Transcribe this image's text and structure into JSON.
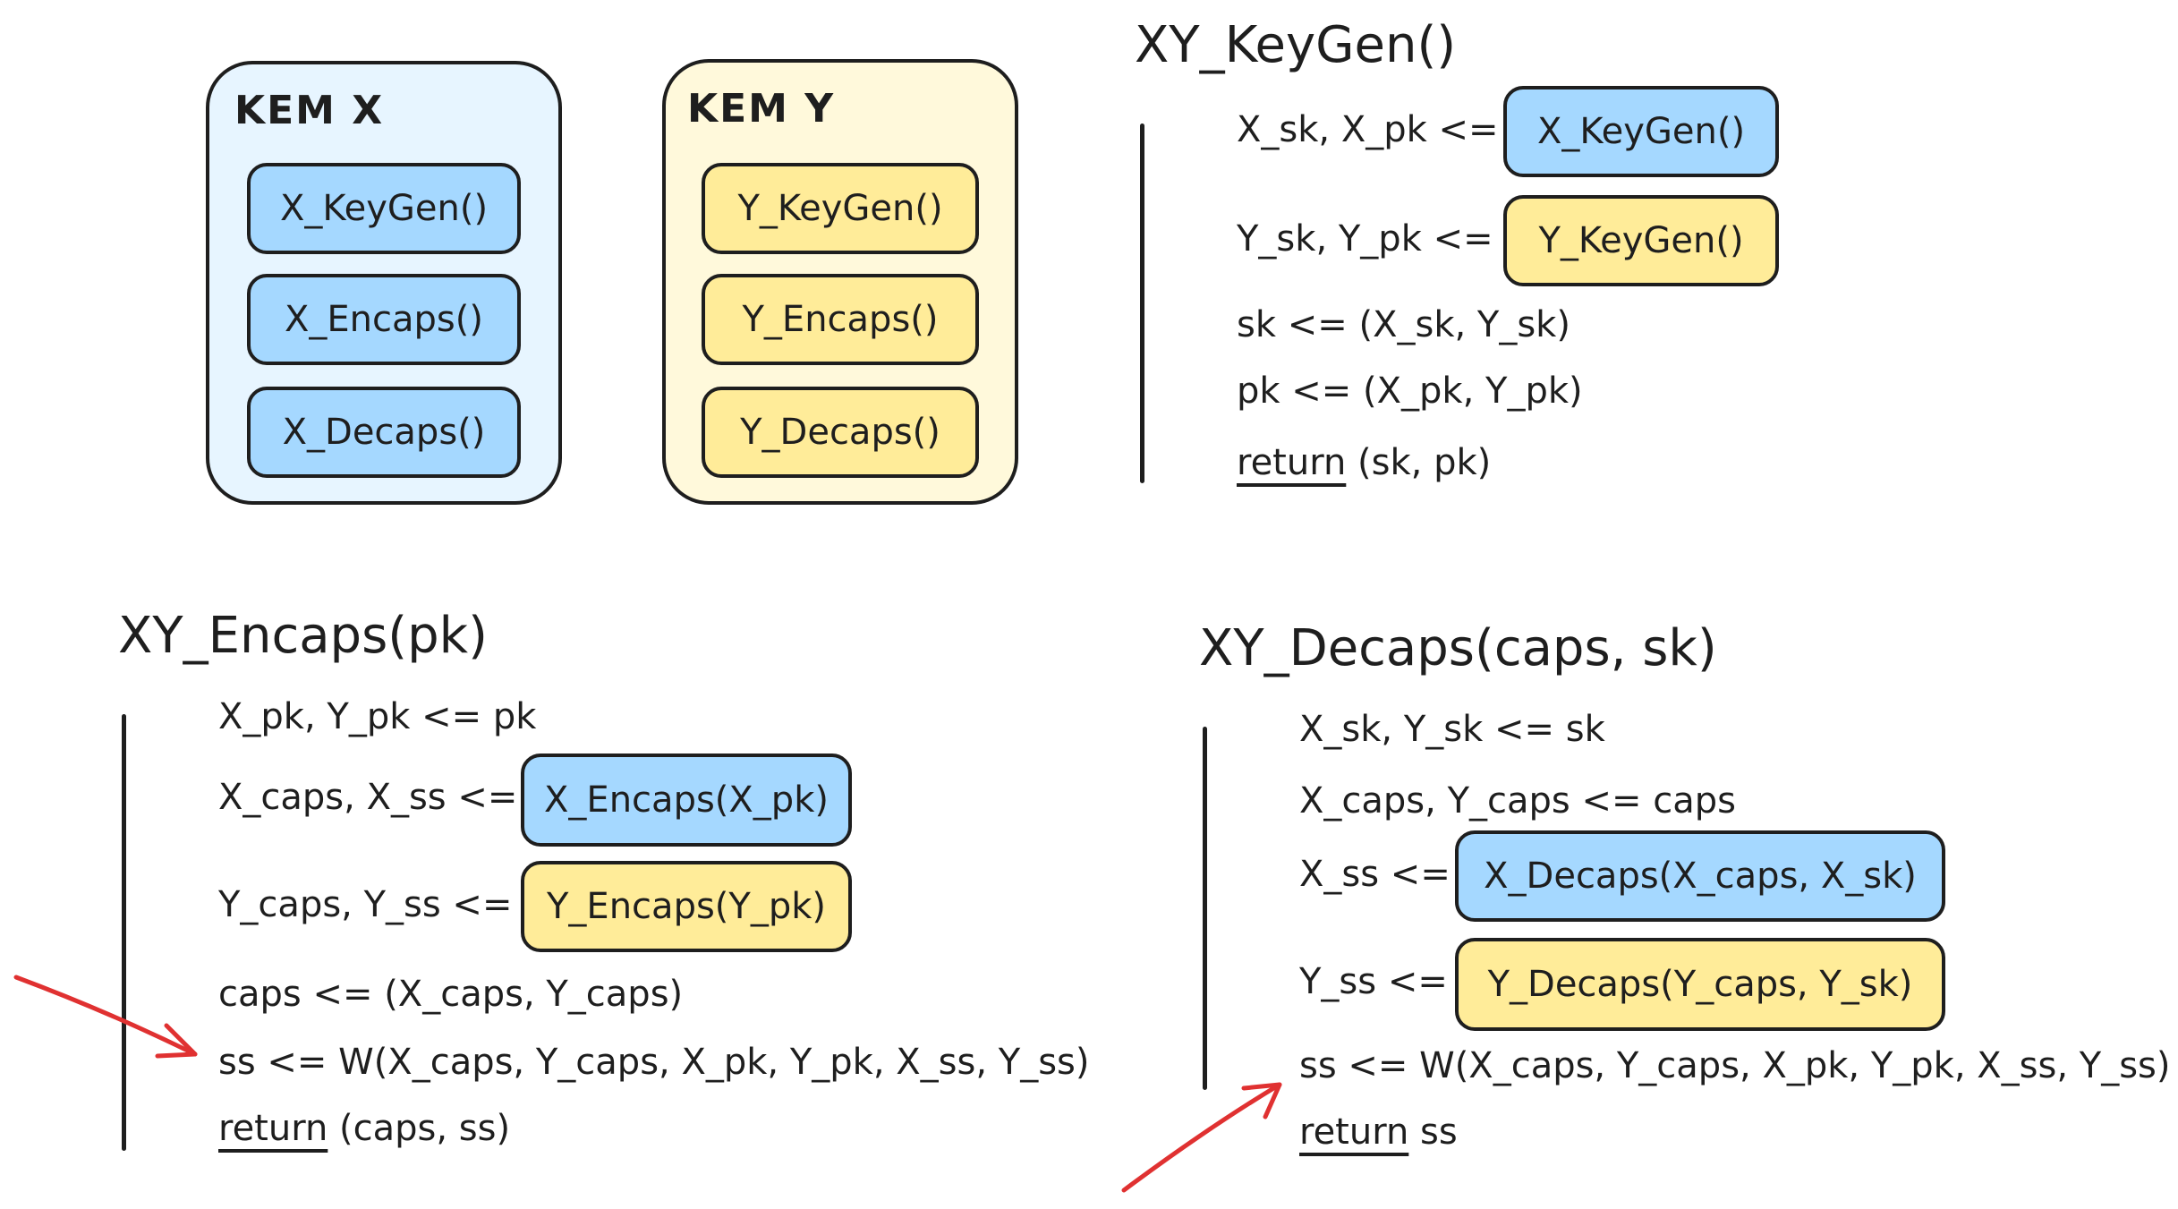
{
  "kem_x": {
    "title": "KEM X",
    "fill": "#e7f5ff",
    "functions": [
      "X_KeyGen()",
      "X_Encaps()",
      "X_Decaps()"
    ]
  },
  "kem_y": {
    "title": "KEM Y",
    "fill": "#fff9db",
    "functions": [
      "Y_KeyGen()",
      "Y_Encaps()",
      "Y_Decaps()"
    ]
  },
  "colors": {
    "x_box": "#a5d8ff",
    "y_box": "#ffec99",
    "arrow": "#e03131",
    "stroke": "#1e1e1e"
  },
  "keygen": {
    "heading": "XY_KeyGen()",
    "line1_lhs": "X_sk, X_pk <=",
    "line1_box": "X_KeyGen()",
    "line2_lhs": "Y_sk, Y_pk <=",
    "line2_box": "Y_KeyGen()",
    "line3": "sk <= (X_sk, Y_sk)",
    "line4": "pk <= (X_pk, Y_pk)",
    "return_kw": "return",
    "return_val": "(sk, pk)"
  },
  "encaps": {
    "heading": "XY_Encaps(pk)",
    "line1": "X_pk, Y_pk <= pk",
    "line2_lhs": "X_caps, X_ss <=",
    "line2_box": "X_Encaps(X_pk)",
    "line3_lhs": "Y_caps, Y_ss <=",
    "line3_box": "Y_Encaps(Y_pk)",
    "line4": "caps <= (X_caps, Y_caps)",
    "line5": "ss <= W(X_caps, Y_caps, X_pk, Y_pk, X_ss, Y_ss)",
    "return_kw": "return",
    "return_val": "(caps, ss)"
  },
  "decaps": {
    "heading": "XY_Decaps(caps, sk)",
    "line1": "X_sk, Y_sk <= sk",
    "line2": "X_caps, Y_caps <= caps",
    "line3_lhs": "X_ss <=",
    "line3_box": "X_Decaps(X_caps, X_sk)",
    "line4_lhs": "Y_ss <=",
    "line4_box": "Y_Decaps(Y_caps, Y_sk)",
    "line5": "ss <= W(X_caps, Y_caps, X_pk, Y_pk, X_ss, Y_ss)",
    "return_kw": "return",
    "return_val": "ss"
  }
}
